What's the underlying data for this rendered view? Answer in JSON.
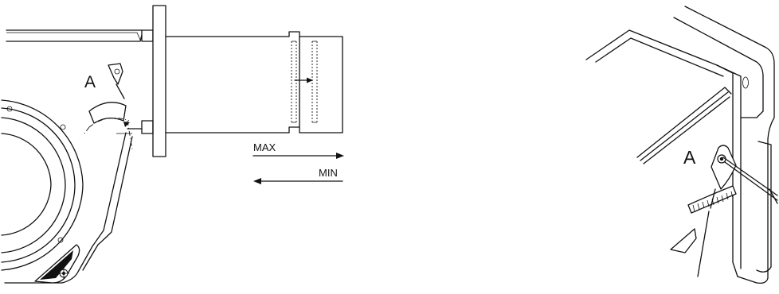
{
  "left_figure": {
    "callout": "A",
    "arrow_max_label": "MAX",
    "arrow_min_label": "MIN"
  },
  "right_figure": {
    "callout": "A"
  }
}
